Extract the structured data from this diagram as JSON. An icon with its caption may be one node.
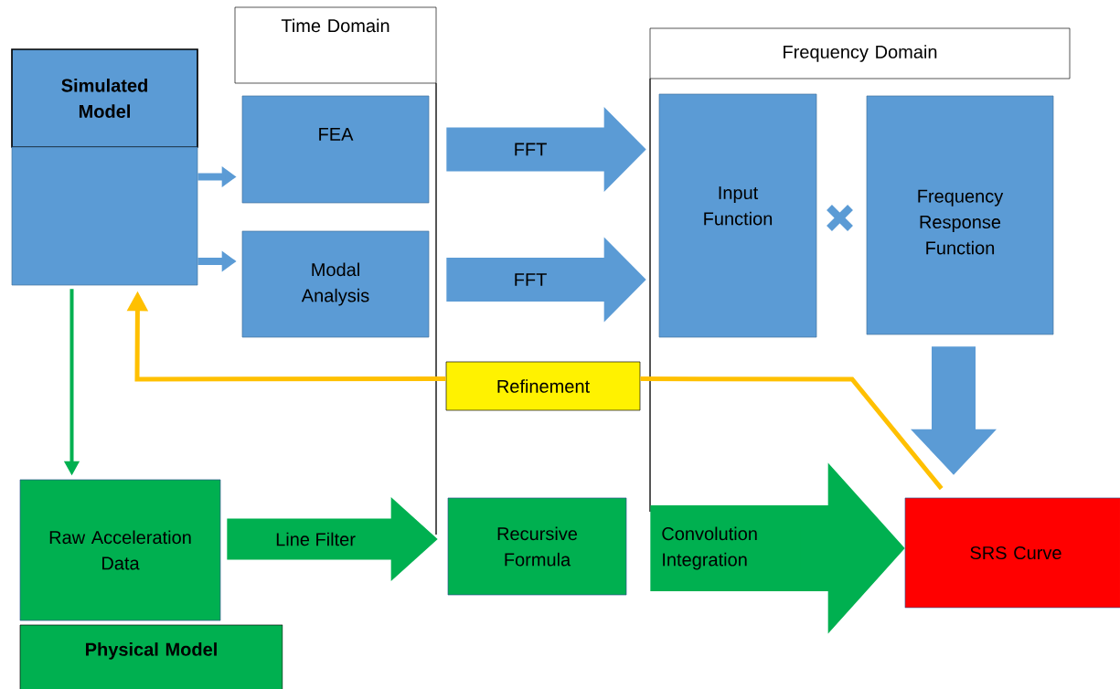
{
  "diagram": {
    "nodes": [
      {
        "text": [
          "Time Domain"
        ]
      },
      {
        "text": [
          "Frequency Domain"
        ]
      },
      {
        "text": [
          "Simulated Model"
        ]
      },
      {
        "text": [],
        "shape": "box"
      },
      {
        "text": [
          "FEA"
        ]
      },
      {
        "text": [
          "Modal Analysis"
        ]
      },
      {
        "text": [
          "Input Function"
        ]
      },
      {
        "text": [
          "Frequency Response Function"
        ]
      },
      {
        "text": [
          "Refinement"
        ]
      },
      {
        "text": [
          "Raw Acceleration Data"
        ]
      },
      {
        "text": [
          "Physical Model"
        ]
      },
      {
        "text": [
          "Recursive Formula"
        ]
      },
      {
        "text": [
          "SRS Curve"
        ]
      }
    ],
    "edges": [
      {
        "from": 3,
        "to": 4,
        "arrow": "to"
      },
      {
        "from": 3,
        "to": 5,
        "arrow": "to"
      },
      {
        "from": 4,
        "to": 6,
        "arrow": "to",
        "label": "FFT",
        "style": "thick"
      },
      {
        "from": 5,
        "to": 6,
        "arrow": "to",
        "label": "FFT",
        "style": "thick"
      },
      {
        "from": 3,
        "to": 9,
        "arrow": "to",
        "color": "#00b050"
      },
      {
        "from": 12,
        "to": 8,
        "arrow": "none",
        "color": "#ffc000"
      },
      {
        "from": 8,
        "to": 3,
        "arrow": "to",
        "color": "#ffc000"
      },
      {
        "from": 9,
        "to": 11,
        "arrow": "to",
        "label": "Line Filter",
        "style": "thick",
        "color": "#00b050"
      },
      {
        "from": 11,
        "to": 12,
        "arrow": "to",
        "label": "Convolution Integration",
        "style": "thick",
        "color": "#00b050"
      },
      {
        "from": 7,
        "to": 12,
        "arrow": "to",
        "style": "thick"
      }
    ]
  }
}
